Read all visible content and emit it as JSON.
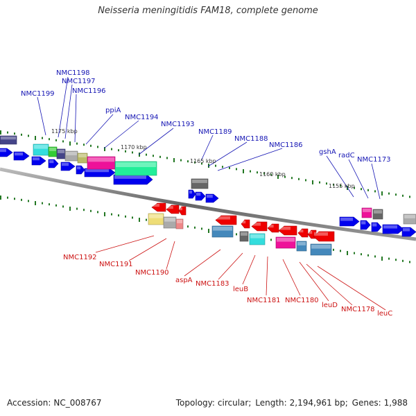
{
  "title": "Neisseria meningitidis FAM18, complete genome",
  "footer": {
    "accession_label": "Accession:",
    "accession": "NC_008767",
    "topology_label": "Topology:",
    "topology": "circular",
    "length_label": "Length:",
    "length": "2,194,961 bp",
    "genes_label": "Genes:",
    "genes": "1,988"
  },
  "scale_labels": [
    "1175 kbp",
    "1170 kbp",
    "1165 kbp",
    "1160 kbp",
    "1155 kbp"
  ],
  "forward_genes": [
    "NMC1199",
    "NMC1198",
    "NMC1197",
    "NMC1196",
    "ppiA",
    "NMC1194",
    "NMC1193",
    "NMC1189",
    "NMC1188",
    "NMC1186",
    "gshA",
    "radC",
    "NMC1173"
  ],
  "reverse_genes": [
    "NMC1192",
    "NMC1191",
    "NMC1190",
    "aspA",
    "NMC1183",
    "leuB",
    "NMC1181",
    "NMC1180",
    "leuD",
    "NMC1178",
    "leuC"
  ],
  "colors": {
    "forward_label": "#1515b4",
    "reverse_label": "#cc1111",
    "forward_arrow": "#0000ee",
    "reverse_arrow": "#ee0000",
    "backbone": "#777777",
    "tick": "#227722",
    "magenta": "#ee1199",
    "aquamarine": "#22ee99",
    "cyan": "#33dddd",
    "green": "#33cc33",
    "slate": "#444488",
    "grey": "#aaaaaa",
    "dark_grey": "#666666",
    "khaki": "#bbbb66",
    "yellow": "#eedd77",
    "steelblue": "#4488bb",
    "pink": "#ee8888"
  }
}
